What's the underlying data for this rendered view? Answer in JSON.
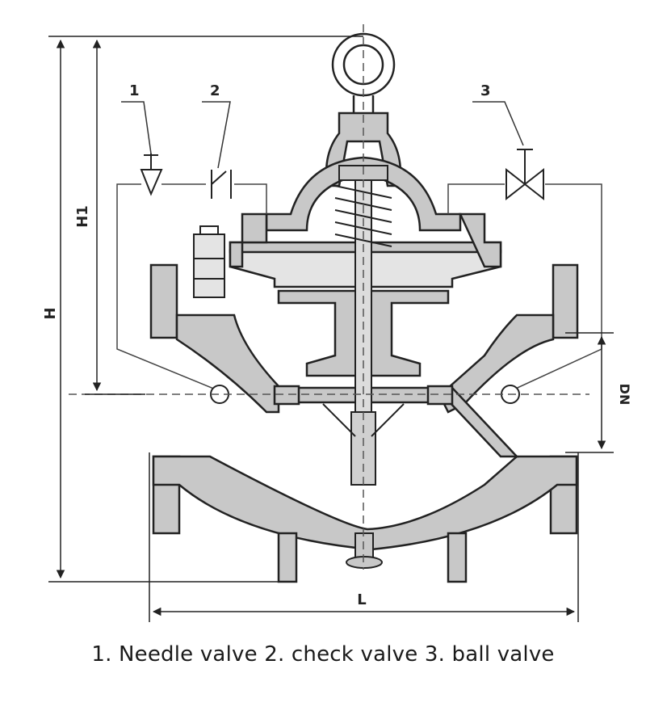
{
  "diagram": {
    "callouts": [
      "1",
      "2",
      "3"
    ],
    "dimensions": {
      "h": "H",
      "h1": "H1",
      "dn": "DN",
      "l": "L"
    },
    "caption": "1. Needle valve 2. check valve 3. ball valve"
  },
  "colors": {
    "body_fill": "#c8c8c8",
    "line": "#222222",
    "light_fill": "#e4e4e4"
  }
}
